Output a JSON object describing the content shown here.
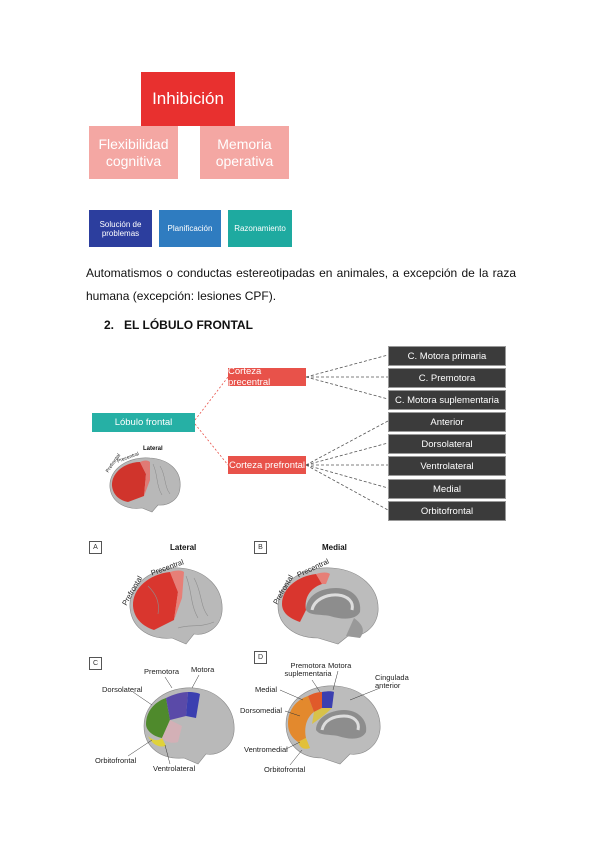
{
  "diagram1": {
    "top": "Inhibición",
    "left": "Flexibilidad cognitiva",
    "right": "Memoria operativa",
    "boxes": [
      "Solución de problemas",
      "Planificación",
      "Razonamiento"
    ]
  },
  "paragraph": "Automatismos o conductas estereotipadas en animales, a excepción de la raza humana (excepción: lesiones CPF).",
  "section": {
    "number": "2.",
    "title": "EL LÓBULO FRONTAL"
  },
  "tree": {
    "root": "Lóbulo frontal",
    "branch1": "Corteza precentral",
    "branch2": "Corteza prefrontal",
    "leaves1": [
      "C. Motora primaria",
      "C. Premotora",
      "C. Motora suplementaria"
    ],
    "leaves2": [
      "Anterior",
      "Dorsolateral",
      "Ventrolateral",
      "Medial",
      "Orbitofrontal"
    ],
    "thumb": {
      "title": "Lateral",
      "labels": [
        "Prefrontal",
        "Precentral"
      ]
    }
  },
  "figures": {
    "a": {
      "letter": "A",
      "title": "Lateral",
      "labels": [
        "Prefrontal",
        "Precentral"
      ]
    },
    "b": {
      "letter": "B",
      "title": "Medial",
      "labels": [
        "Prefrontal",
        "Precentral"
      ]
    },
    "c": {
      "letter": "C",
      "labels": [
        "Premotora",
        "Motora",
        "Dorsolateral",
        "Orbitofrontal",
        "Ventrolateral"
      ]
    },
    "d": {
      "letter": "D",
      "labels": [
        "Premotora suplementaria",
        "Motora",
        "Cingulada anterior",
        "Medial",
        "Dorsomedial",
        "Ventromedial",
        "Orbitofrontal"
      ]
    }
  },
  "colors": {
    "red": "#e8524a",
    "pink": "#f4a7a3",
    "navy": "#2c3e9e",
    "blue": "#2f7cc0",
    "teal": "#1eaaa0",
    "dark": "#3b3b3b",
    "root": "#26b0a5"
  }
}
